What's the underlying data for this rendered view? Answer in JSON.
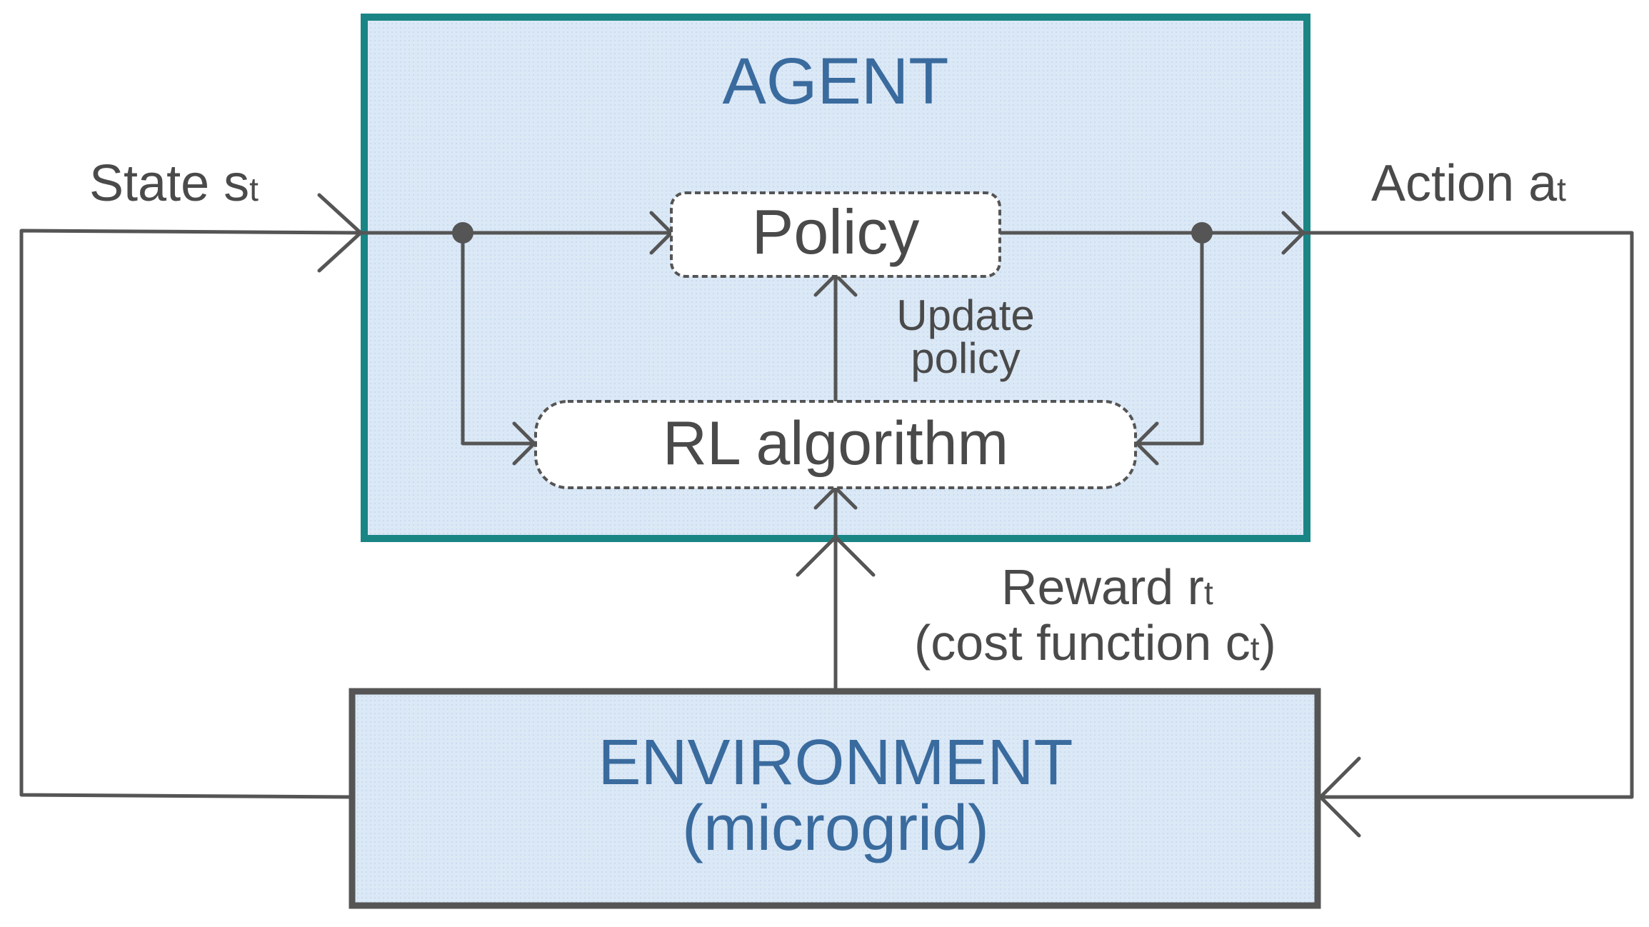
{
  "agent": {
    "title": "AGENT"
  },
  "policy": {
    "label": "Policy"
  },
  "rl": {
    "label": "RL algorithm"
  },
  "update": {
    "line1": "Update",
    "line2": "policy"
  },
  "state": {
    "label": "State s",
    "sub": "t"
  },
  "action": {
    "label": "Action a",
    "sub": "t"
  },
  "reward": {
    "line1": "Reward r",
    "line1_sub": "t",
    "line2": "(cost function c",
    "line2_sub": "t",
    "line2_end": ")"
  },
  "environment": {
    "title": "ENVIRONMENT",
    "subtitle": "(microgrid)"
  },
  "colors": {
    "agent_fill": "#dbe8f6",
    "agent_border": "#1a8585",
    "title_blue": "#3a6b9e",
    "line": "#555555"
  }
}
